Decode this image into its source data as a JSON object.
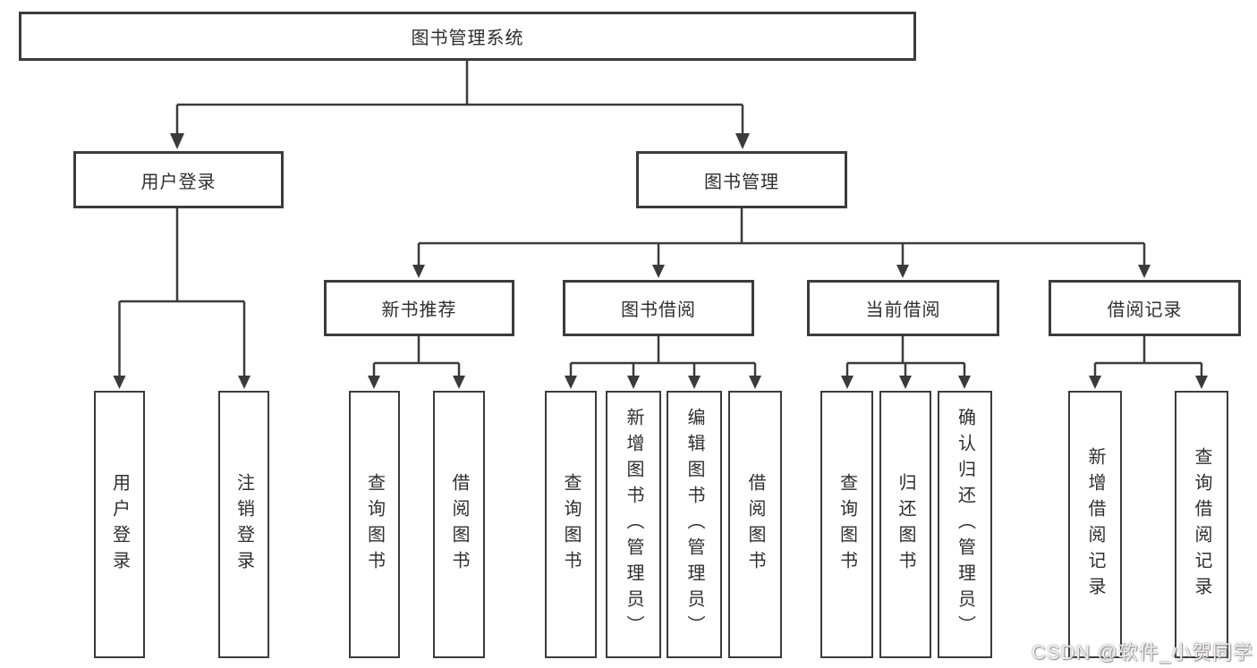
{
  "tree": {
    "label": "图书管理系统",
    "children": [
      {
        "label": "用户登录",
        "children": [
          {
            "label": "用户登录"
          },
          {
            "label": "注销登录"
          }
        ]
      },
      {
        "label": "图书管理",
        "children": [
          {
            "label": "新书推荐",
            "children": [
              {
                "label": "查询图书"
              },
              {
                "label": "借阅图书"
              }
            ]
          },
          {
            "label": "图书借阅",
            "children": [
              {
                "label": "查询图书"
              },
              {
                "label": "新增图书（管理员）"
              },
              {
                "label": "编辑图书（管理员）"
              },
              {
                "label": "借阅图书"
              }
            ]
          },
          {
            "label": "当前借阅",
            "children": [
              {
                "label": "查询图书"
              },
              {
                "label": "归还图书"
              },
              {
                "label": "确认归还（管理员）"
              }
            ]
          },
          {
            "label": "借阅记录",
            "children": [
              {
                "label": "新增借阅记录"
              },
              {
                "label": "查询借阅记录"
              }
            ]
          }
        ]
      }
    ]
  },
  "watermark": {
    "text": "CSDN @软件_小贺同学"
  },
  "colors": {
    "line": "#3b3b3b",
    "text": "#2f2f2f",
    "box_fill": "#ffffff",
    "watermark_gray": "#c9c5c5"
  }
}
